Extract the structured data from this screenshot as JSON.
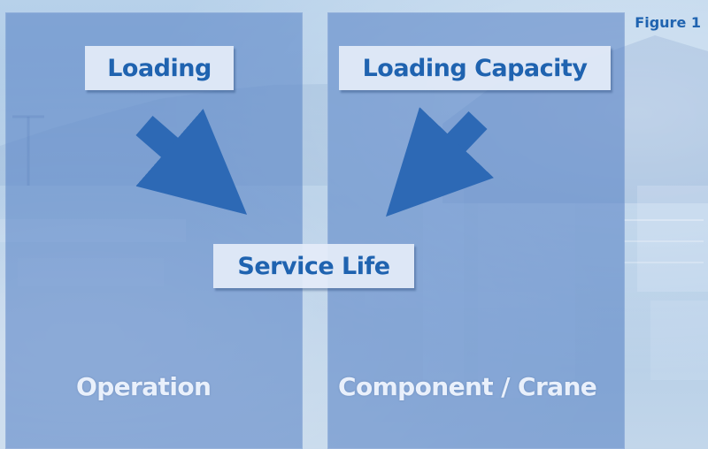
{
  "figure_label": "Figure 1",
  "top_left_box": "Loading",
  "top_right_box": "Loading Capacity",
  "center_box": "Service Life",
  "bottom_left_label": "Operation",
  "bottom_right_label": "Component / Crane",
  "colors": {
    "panel": "#5680c4",
    "box_fill": "#e4ecf9",
    "box_text": "#1f63b0",
    "arrow": "#2d69b5",
    "footer_text": "#e9f0fb"
  },
  "icons": {
    "left_arrow": "arrow-down-right-icon",
    "right_arrow": "arrow-down-left-icon"
  }
}
